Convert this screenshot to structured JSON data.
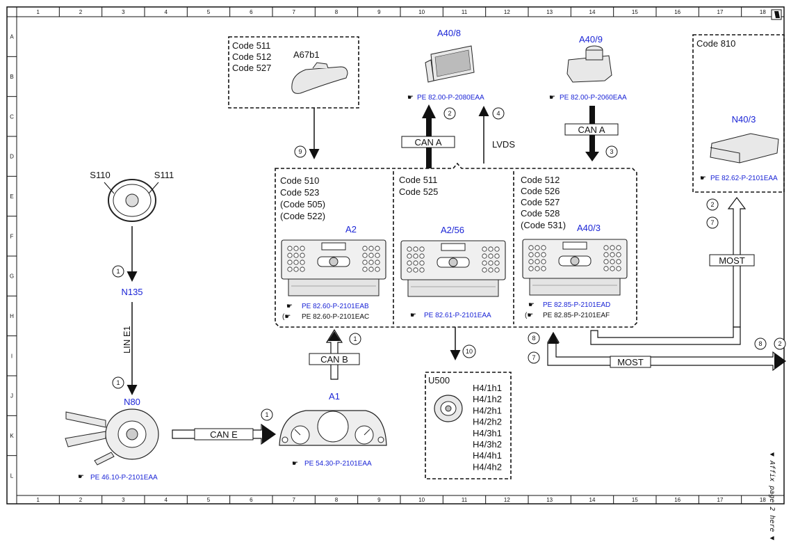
{
  "grid": {
    "cols": [
      "1",
      "2",
      "3",
      "4",
      "5",
      "6",
      "7",
      "8",
      "9",
      "10",
      "11",
      "12",
      "13",
      "14",
      "15",
      "16",
      "17",
      "18"
    ],
    "rows": [
      "A",
      "B",
      "C",
      "D",
      "E",
      "F",
      "G",
      "H",
      "I",
      "J",
      "K",
      "L"
    ]
  },
  "side_note": "▼ Affix page 2 here ▼",
  "components": {
    "a67b1": {
      "codes": [
        "Code 511",
        "Code 512",
        "Code 527"
      ],
      "label": "A67b1"
    },
    "a40_8": {
      "label": "A40/8",
      "ref": "PE 82.00-P-2080EAA"
    },
    "a40_9": {
      "label": "A40/9",
      "ref": "PE 82.00-P-2060EAA"
    },
    "n40_3": {
      "codes": [
        "Code 810"
      ],
      "label": "N40/3",
      "ref": "PE 82.62-P-2101EAA"
    },
    "steering": {
      "s110": "S110",
      "s111": "S111"
    },
    "n135": {
      "label": "N135"
    },
    "a2": {
      "codes": [
        "Code 510",
        "Code 523",
        "(Code 505)",
        "(Code 522)"
      ],
      "label": "A2",
      "ref1": "PE 82.60-P-2101EAB",
      "ref2": "PE 82.60-P-2101EAC"
    },
    "a2_56": {
      "codes": [
        "Code 511",
        "Code 525"
      ],
      "label": "A2/56",
      "ref": "PE 82.61-P-2101EAA"
    },
    "a40_3": {
      "codes": [
        "Code 512",
        "Code 526",
        "Code 527",
        "Code 528",
        "(Code 531)"
      ],
      "label": "A40/3",
      "ref1": "PE 82.85-P-2101EAD",
      "ref2": "PE 82.85-P-2101EAF"
    },
    "n80": {
      "label": "N80",
      "ref": "PE 46.10-P-2101EAA"
    },
    "a1": {
      "label": "A1",
      "ref": "PE 54.30-P-2101EAA"
    },
    "u500": {
      "label": "U500",
      "items": [
        "H4/1h1",
        "H4/1h2",
        "H4/2h1",
        "H4/2h2",
        "H4/3h1",
        "H4/3h2",
        "H4/4h1",
        "H4/4h2"
      ]
    }
  },
  "connections": {
    "can_a_up": "CAN A",
    "lvds": "LVDS",
    "can_a_down": "CAN A",
    "most_vertical": "MOST",
    "most_horizontal": "MOST",
    "lin_e1": "LIN E1",
    "can_b": "CAN B",
    "can_e": "CAN E"
  },
  "markers": {
    "m1_n135": "1",
    "m1_n80": "1",
    "m1_a1": "1",
    "m1_canb": "1",
    "m2_a40_8": "2",
    "m4_lvds": "4",
    "m3_a40_9": "3",
    "m9": "9",
    "m10": "10",
    "m2_most": "2",
    "m7_most": "7",
    "m8_left": "8",
    "m7_left": "7",
    "m8_right": "8",
    "m2_right": "2"
  }
}
